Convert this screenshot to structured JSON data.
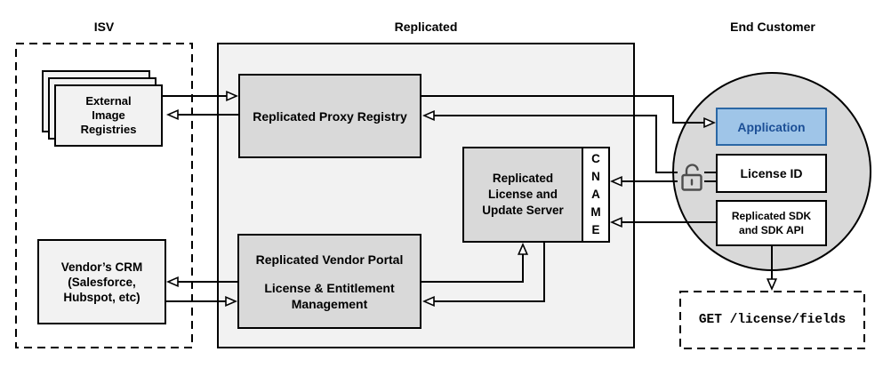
{
  "sections": {
    "isv": {
      "label": "ISV"
    },
    "replicated": {
      "label": "Replicated"
    },
    "end_customer": {
      "label": "End Customer"
    }
  },
  "nodes": {
    "external_registries": {
      "lines": [
        "External",
        "Image",
        "Registries"
      ]
    },
    "vendors_crm": {
      "lines": [
        "Vendor’s CRM",
        "(Salesforce,",
        "Hubspot, etc)"
      ]
    },
    "proxy_registry": {
      "label": "Replicated Proxy Registry"
    },
    "license_update_server": {
      "lines": [
        "Replicated",
        "License and",
        "Update Server"
      ]
    },
    "cname": {
      "letters": [
        "C",
        "N",
        "A",
        "M",
        "E"
      ]
    },
    "vendor_portal": {
      "title": "Replicated Vendor Portal",
      "subtitle_lines": [
        "License & Entitlement",
        "Management"
      ]
    },
    "application": {
      "label": "Application"
    },
    "license_id": {
      "label": "License ID"
    },
    "replicated_sdk": {
      "lines": [
        "Replicated SDK",
        "and SDK API"
      ]
    },
    "get_endpoint": {
      "label": "GET /license/fields"
    }
  },
  "icons": {
    "unlock": "open-padlock-icon"
  },
  "colors": {
    "node_gray": "#d9d9d9",
    "container_gray": "#f2f2f2",
    "application_fill": "#9fc5e8",
    "application_border": "#2b67a5",
    "application_text": "#1c4f96",
    "line_black": "#000000",
    "lock_gray": "#4d4d4d"
  },
  "connections": [
    {
      "from": "external_registries",
      "to": "proxy_registry"
    },
    {
      "from": "proxy_registry",
      "to": "external_registries"
    },
    {
      "from": "proxy_registry",
      "to": "application"
    },
    {
      "from": "license_id",
      "to": "proxy_registry"
    },
    {
      "from": "license_id",
      "to": "cname"
    },
    {
      "from": "replicated_sdk",
      "to": "cname"
    },
    {
      "from": "vendor_portal",
      "to": "license_update_server"
    },
    {
      "from": "license_update_server",
      "to": "vendor_portal"
    },
    {
      "from": "vendor_portal",
      "to": "vendors_crm"
    },
    {
      "from": "vendors_crm",
      "to": "vendor_portal"
    },
    {
      "from": "replicated_sdk",
      "to": "get_endpoint"
    }
  ]
}
